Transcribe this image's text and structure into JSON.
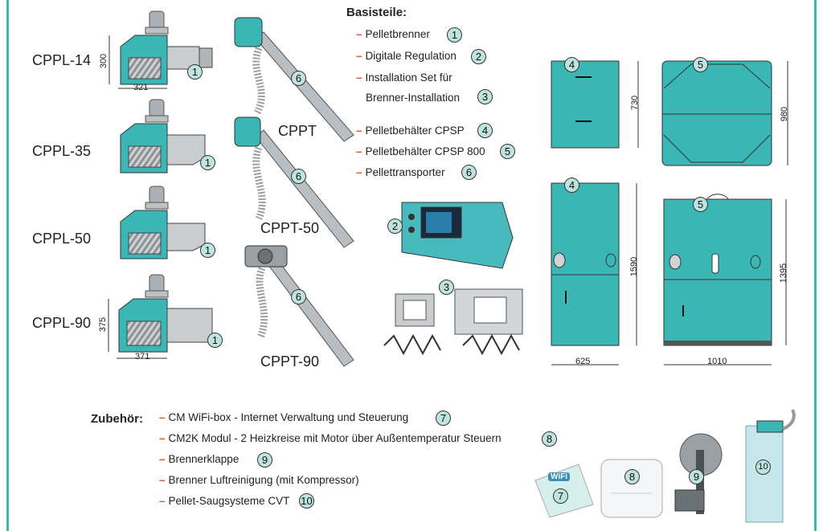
{
  "burners": [
    {
      "model": "CPPL-14",
      "height": "300",
      "width": "321",
      "num": "1"
    },
    {
      "model": "CPPL-35",
      "num": "1"
    },
    {
      "model": "CPPL-50",
      "num": "1"
    },
    {
      "model": "CPPL-90",
      "height": "375",
      "width": "371",
      "num": "1"
    }
  ],
  "transporters": [
    {
      "model": "CPPT",
      "num": "6"
    },
    {
      "model": "CPPT-50",
      "num": "6"
    },
    {
      "model": "CPPT-90",
      "num": "6"
    }
  ],
  "basis": {
    "title": "Basisteile:",
    "items": [
      {
        "label": "Pelletbrenner",
        "num": "1"
      },
      {
        "label": "Digitale Regulation",
        "num": "2"
      },
      {
        "label": "Installation Set für",
        "num": ""
      },
      {
        "label": "Brenner-Installation",
        "num": "3"
      },
      {
        "label": "Pelletbehälter CPSP",
        "num": "4"
      },
      {
        "label": "Pelletbehälter CPSP 800",
        "num": "5"
      },
      {
        "label": "Pellettransporter",
        "num": "6"
      }
    ]
  },
  "controller": {
    "num": "2"
  },
  "install_set": {
    "num": "3"
  },
  "containers": {
    "small_side": {
      "num": "4",
      "height": "730"
    },
    "small_front": {
      "num": "5",
      "height": "980"
    },
    "large_side": {
      "num": "4",
      "height": "1590",
      "width": "625"
    },
    "large_front": {
      "num": "5",
      "height": "1395",
      "width": "1010"
    }
  },
  "accessories": {
    "title": "Zubehör:",
    "items": [
      {
        "label": "CM WiFi-box - Internet Verwaltung und Steuerung",
        "num": "7"
      },
      {
        "label": "CM2K Modul - 2 Heizkreise mit Motor über Außentemperatur Steuern",
        "num": "8"
      },
      {
        "label": "Brennerklappe",
        "num": "9"
      },
      {
        "label": "Brenner Luftreinigung (mit Kompressor)",
        "num": ""
      },
      {
        "label": "Pellet-Saugsysteme CVT",
        "num": "10"
      }
    ]
  },
  "accessory_images": [
    {
      "num": "7",
      "icon": "wifi-box-icon",
      "text": "WiFi"
    },
    {
      "num": "8",
      "icon": "cm2k-module-icon"
    },
    {
      "num": "9",
      "icon": "burner-flap-icon"
    },
    {
      "num": "10",
      "icon": "vacuum-system-icon"
    }
  ],
  "colors": {
    "teal": "#3ab7b4",
    "accent": "#e5532d",
    "badge": "#bfe3df"
  }
}
